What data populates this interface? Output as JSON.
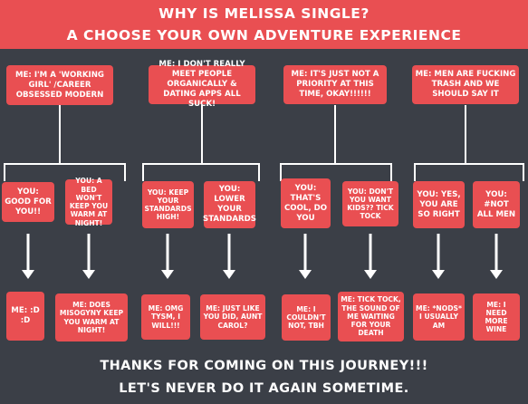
{
  "title": {
    "line1": "WHY IS MELISSA SINGLE?",
    "line2": "A CHOOSE YOUR OWN ADVENTURE EXPERIENCE"
  },
  "colors": {
    "background": "#3b3f47",
    "accent": "#e94f52",
    "text": "#ffffff",
    "lines": "#ffffff"
  },
  "branches": [
    {
      "prompt": "ME: I'M A 'WORKING GIRL' /CAREER OBSESSED MODERN",
      "replies": [
        {
          "you": "YOU: GOOD FOR YOU!!",
          "me": "ME: :D :D"
        },
        {
          "you": "YOU: A BED WON'T KEEP YOU WARM AT NIGHT!",
          "me": "ME: DOES MISOGYNY KEEP YOU WARM AT NIGHT!"
        }
      ]
    },
    {
      "prompt": "ME: I DON'T REALLY MEET PEOPLE ORGANICALLY & DATING APPS ALL SUCK!",
      "replies": [
        {
          "you": "YOU: KEEP YOUR STANDARDS HIGH!",
          "me": "ME: OMG TYSM, I WILL!!!"
        },
        {
          "you": "YOU: LOWER YOUR STANDARDS",
          "me": "ME: JUST LIKE YOU DID, AUNT CAROL?"
        }
      ]
    },
    {
      "prompt": "ME: IT'S JUST NOT A PRIORITY AT THIS TIME, OKAY!!!!!!",
      "replies": [
        {
          "you": "YOU: THAT'S COOL, DO YOU",
          "me": "ME: I COULDN'T NOT, TBH"
        },
        {
          "you": "YOU: DON'T YOU WANT KIDS?? TICK TOCK",
          "me": "ME: TICK TOCK, THE SOUND OF ME WAITING FOR YOUR DEATH"
        }
      ]
    },
    {
      "prompt": "ME: MEN ARE FUCKING TRASH AND WE SHOULD SAY IT",
      "replies": [
        {
          "you": "YOU: YES, YOU ARE SO RIGHT",
          "me": "ME: *NODS* I USUALLY AM"
        },
        {
          "you": "YOU: #NOT ALL MEN",
          "me": "ME: I NEED MORE WINE"
        }
      ]
    }
  ],
  "footer": {
    "line1": "THANKS FOR COMING ON THIS JOURNEY!!!",
    "line2": "LET'S NEVER DO IT AGAIN SOMETIME."
  }
}
